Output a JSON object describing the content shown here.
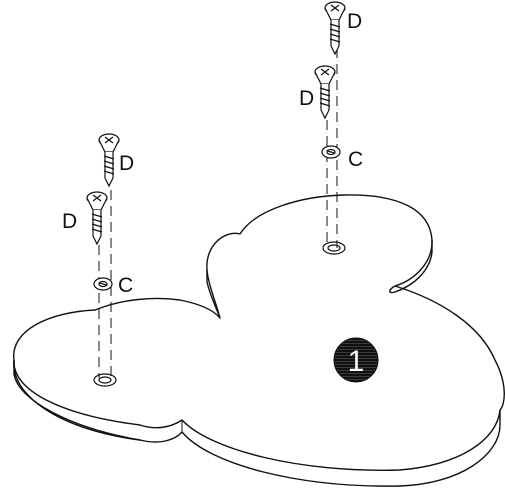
{
  "diagram": {
    "part_number": "1",
    "labels": {
      "screw": "D",
      "washer": "C"
    },
    "parts": [
      {
        "key": "D",
        "name": "screw",
        "quantity": 4
      },
      {
        "key": "C",
        "name": "washer",
        "quantity": 2
      }
    ],
    "colors": {
      "line": "#111111",
      "background": "#ffffff",
      "badge": "#111111",
      "badge_text": "#ffffff"
    }
  }
}
